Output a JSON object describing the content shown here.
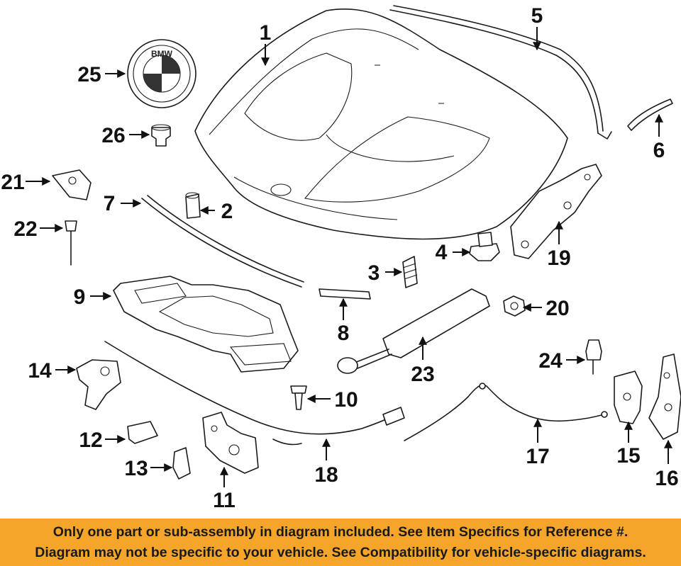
{
  "diagram": {
    "callouts": [
      "1",
      "2",
      "3",
      "4",
      "5",
      "6",
      "7",
      "8",
      "9",
      "10",
      "11",
      "12",
      "13",
      "14",
      "15",
      "16",
      "17",
      "18",
      "19",
      "20",
      "21",
      "22",
      "23",
      "24",
      "25",
      "26"
    ],
    "emblem_text": "BMW"
  },
  "banner": {
    "line1": "Only one part or sub-assembly in diagram included. See Item Specifics for Reference #.",
    "line2": "Diagram may not be specific to your vehicle. See Compatibility for vehicle-specific diagrams."
  },
  "colors": {
    "banner_bg": "#f5a52a",
    "line": "#1a1a1a"
  }
}
